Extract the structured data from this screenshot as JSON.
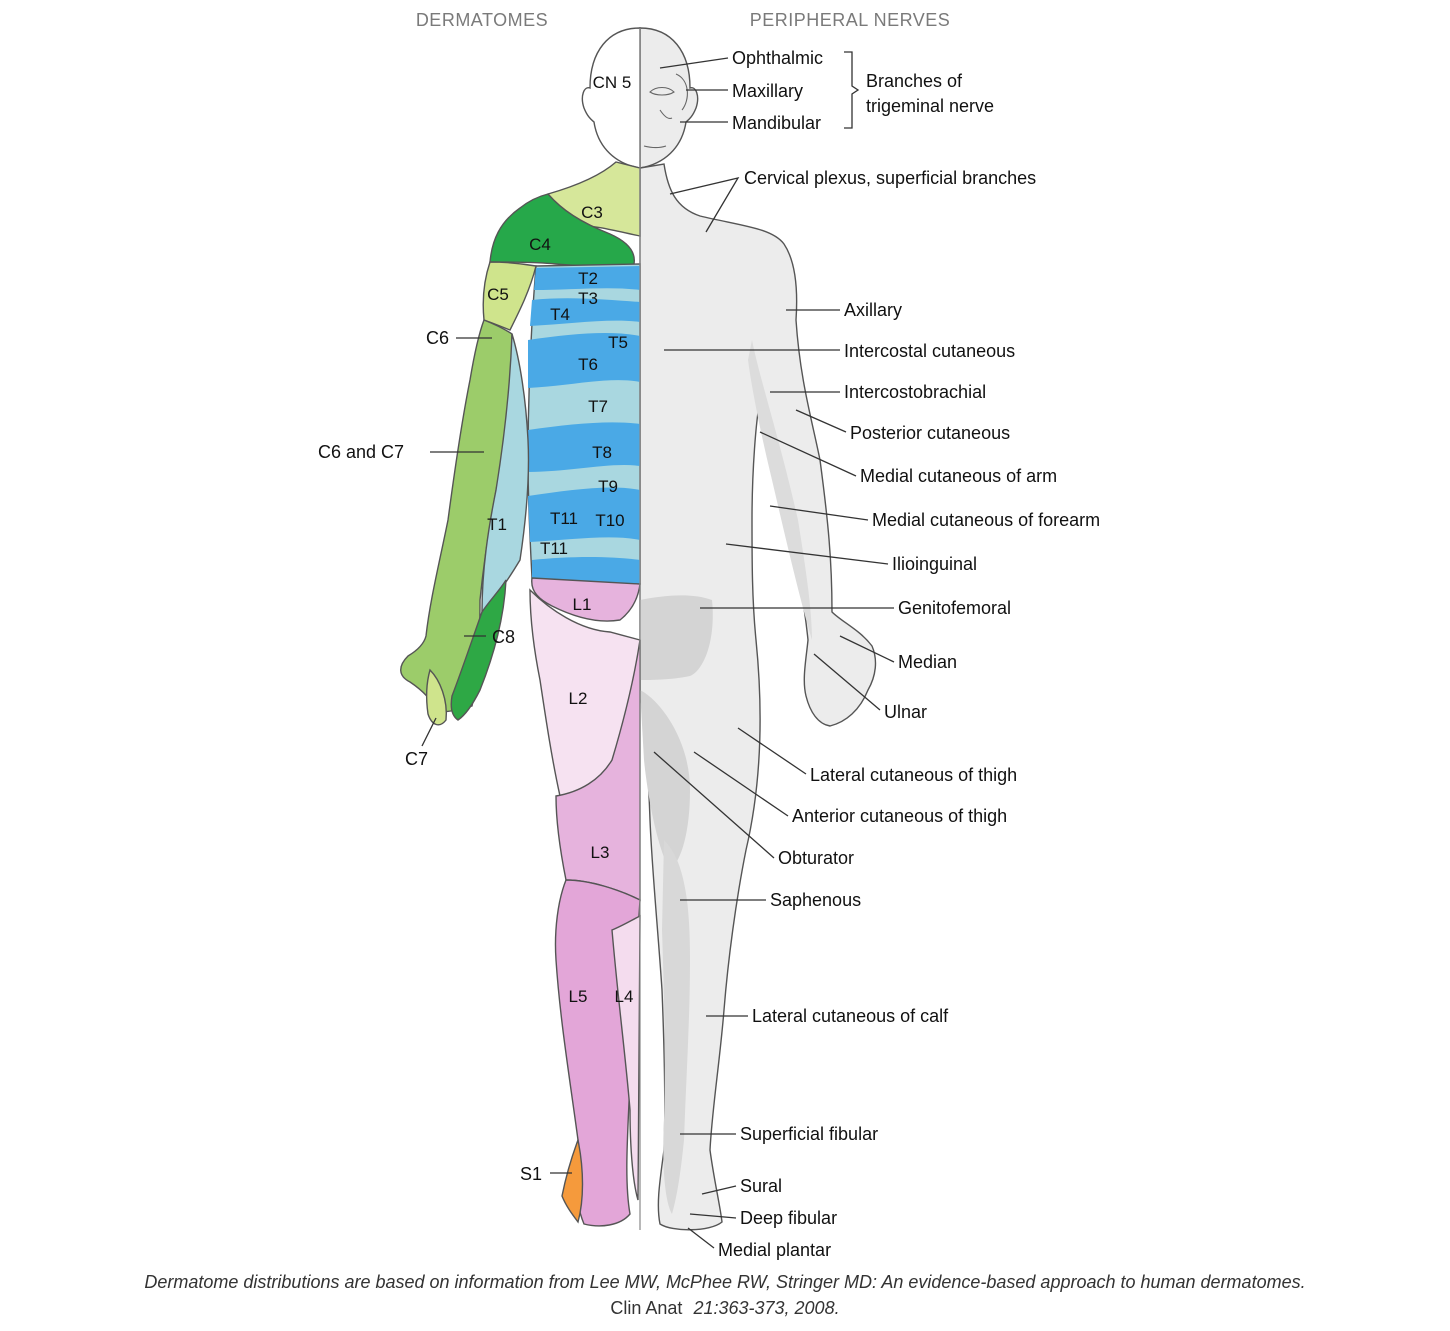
{
  "headers": {
    "dermatomes": "DERMATOMES",
    "peripheral_nerves": "PERIPHERAL NERVES"
  },
  "colors": {
    "c3": "#d6e79a",
    "c4": "#26a84a",
    "c5": "#cfe48c",
    "c6c7": "#9ccc6a",
    "c8": "#2ea845",
    "thoracic_dark": "#4aa9e6",
    "thoracic_light": "#a9d7e0",
    "l1": "#e6b3dd",
    "l2": "#f6e2f1",
    "l3": "#e6b3dd",
    "l4": "#f4dcee",
    "l5": "#e3a6d8",
    "s1": "#f59a3c",
    "nerve_skin": "#ececec",
    "nerve_dark": "#d2d2d2",
    "outline": "#555555"
  },
  "dermatome_labels": {
    "cn5": "CN 5",
    "c3": "C3",
    "c4": "C4",
    "c5": "C5",
    "c6": "C6",
    "c6c7": "C6 and C7",
    "c7": "C7",
    "c8": "C8",
    "t1": "T1",
    "t2": "T2",
    "t3": "T3",
    "t4": "T4",
    "t5": "T5",
    "t6": "T6",
    "t7": "T7",
    "t8": "T8",
    "t9": "T9",
    "t10": "T10",
    "t11a": "T11",
    "t11b": "T11",
    "l1": "L1",
    "l2": "L2",
    "l3": "L3",
    "l4": "L4",
    "l5": "L5",
    "s1": "S1"
  },
  "trigeminal": {
    "ophthalmic": "Ophthalmic",
    "maxillary": "Maxillary",
    "mandibular": "Mandibular",
    "group_line1": "Branches of",
    "group_line2": "trigeminal nerve"
  },
  "nerves": {
    "cervical_plexus": "Cervical plexus, superficial branches",
    "axillary": "Axillary",
    "intercostal_cutaneous": "Intercostal cutaneous",
    "intercostobrachial": "Intercostobrachial",
    "posterior_cutaneous": "Posterior cutaneous",
    "medial_cutaneous_arm": "Medial cutaneous of arm",
    "medial_cutaneous_forearm": "Medial cutaneous of forearm",
    "ilioinguinal": "Ilioinguinal",
    "genitofemoral": "Genitofemoral",
    "median": "Median",
    "ulnar": "Ulnar",
    "lateral_cutaneous_thigh": "Lateral cutaneous of thigh",
    "anterior_cutaneous_thigh": "Anterior cutaneous of thigh",
    "obturator": "Obturator",
    "saphenous": "Saphenous",
    "lateral_cutaneous_calf": "Lateral cutaneous of calf",
    "superficial_fibular": "Superficial fibular",
    "sural": "Sural",
    "deep_fibular": "Deep fibular",
    "medial_plantar": "Medial plantar"
  },
  "caption": {
    "line1": "Dermatome distributions are based on information from Lee MW, McPhee RW, Stringer MD: An evidence-based approach to human dermatomes.",
    "line2_plain": "Clin Anat",
    "line2_rest": "21:363-373, 2008."
  }
}
